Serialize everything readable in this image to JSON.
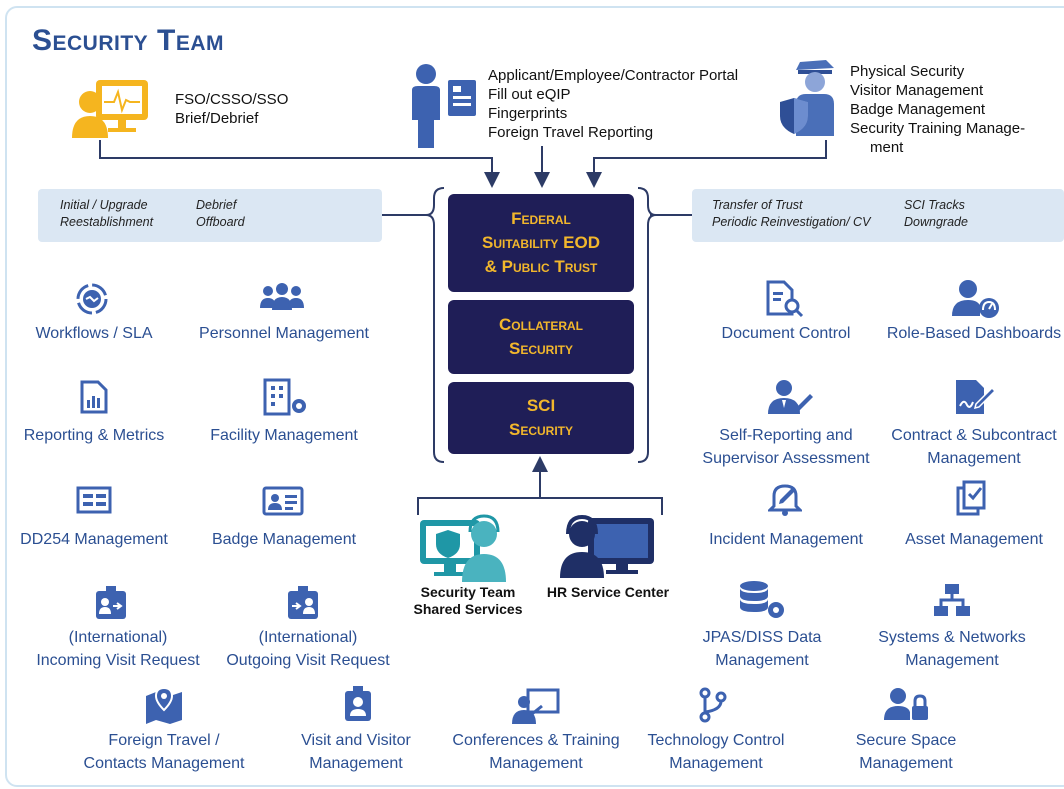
{
  "title": "Security Team",
  "top": {
    "left_lines": [
      "FSO/CSSO/SSO",
      "Brief/Debrief"
    ],
    "center_lines": [
      "Applicant/Employee/Contractor Portal",
      "Fill out eQIP",
      "Fingerprints",
      "Foreign Travel Reporting"
    ],
    "right_lines": [
      "Physical Security",
      "Visitor Management",
      "Badge Management",
      "Security Training Manage-",
      "ment"
    ]
  },
  "left_pill": {
    "col1": [
      "Initial / Upgrade",
      "Reestablishment"
    ],
    "col2": [
      "Debrief",
      "Offboard"
    ]
  },
  "right_pill": {
    "col1": [
      "Transfer of Trust",
      "Periodic Reinvestigation/ CV"
    ],
    "col2": [
      "SCI Tracks",
      "Downgrade"
    ]
  },
  "center_boxes": [
    {
      "lines": [
        "Federal",
        "Suitability EOD",
        "& Public Trust"
      ]
    },
    {
      "lines": [
        "Collateral",
        "Security"
      ]
    },
    {
      "lines": [
        "SCI",
        "Security"
      ]
    }
  ],
  "services": {
    "shared": [
      "Security Team",
      "Shared Services"
    ],
    "hr": [
      "HR Service Center"
    ]
  },
  "modules": {
    "workflows": [
      "Workflows / SLA"
    ],
    "personnel": [
      "Personnel Management"
    ],
    "reporting": [
      "Reporting & Metrics"
    ],
    "facility": [
      "Facility Management"
    ],
    "dd254": [
      "DD254 Management"
    ],
    "badge": [
      "Badge Management"
    ],
    "incoming": [
      "(International)",
      "Incoming Visit Request"
    ],
    "outgoing": [
      "(International)",
      "Outgoing Visit Request"
    ],
    "foreign": [
      "Foreign Travel /",
      "Contacts Management"
    ],
    "visit": [
      "Visit and Visitor",
      "Management"
    ],
    "conferences": [
      "Conferences & Training",
      "Management"
    ],
    "technology": [
      "Technology Control",
      "Management"
    ],
    "secure_space": [
      "Secure Space",
      "Management"
    ],
    "document": [
      "Document Control"
    ],
    "dashboards": [
      "Role-Based Dashboards"
    ],
    "self_reporting": [
      "Self-Reporting and",
      "Supervisor Assessment"
    ],
    "contract": [
      "Contract & Subcontract",
      "Management"
    ],
    "incident": [
      "Incident Management"
    ],
    "asset": [
      "Asset Management"
    ],
    "jpas": [
      "JPAS/DISS Data",
      "Management"
    ],
    "systems": [
      "Systems & Networks",
      "Management"
    ]
  },
  "colors": {
    "brand": "#2b4f92",
    "icon": "#3d62b0",
    "navy": "#1f1e57",
    "gold": "#f2b72c",
    "pill": "#dbe7f3",
    "frame": "#cfe3f1"
  }
}
